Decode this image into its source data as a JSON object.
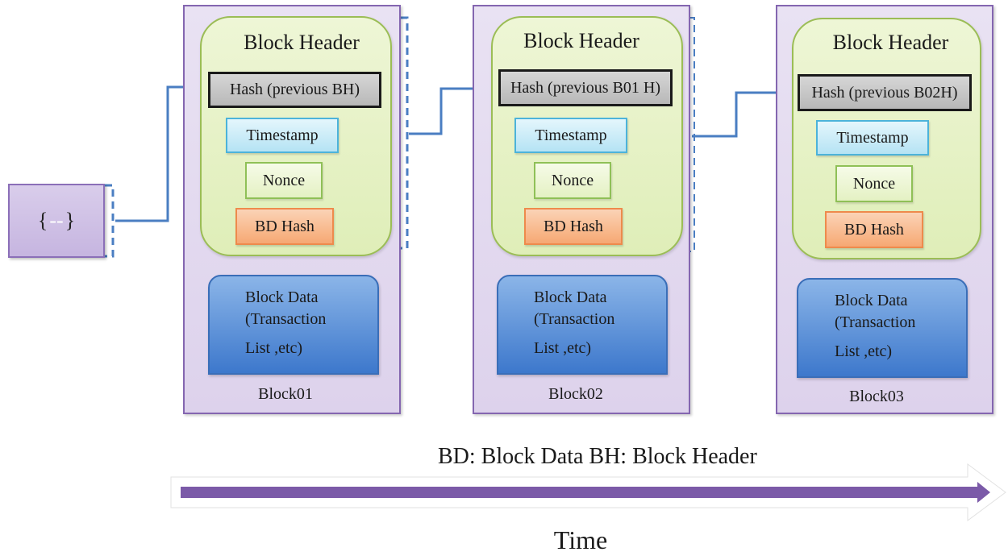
{
  "origin": {
    "brace_open": "{",
    "dashes": "--",
    "brace_close": "}"
  },
  "blocks": [
    {
      "header_title": "Block Header",
      "hash_label": "Hash (previous BH)",
      "timestamp_label": "Timestamp",
      "nonce_label": "Nonce",
      "bd_hash_label": "BD Hash",
      "data_line1": "Block Data",
      "data_line2": "(Transaction",
      "data_line3": "List ,etc)",
      "name": "Block01"
    },
    {
      "header_title": "Block Header",
      "hash_label": "Hash (previous B01 H)",
      "timestamp_label": "Timestamp",
      "nonce_label": "Nonce",
      "bd_hash_label": "BD Hash",
      "data_line1": "Block Data",
      "data_line2": "(Transaction",
      "data_line3": "List ,etc)",
      "name": "Block02"
    },
    {
      "header_title": "Block Header",
      "hash_label": "Hash (previous B02H)",
      "timestamp_label": "Timestamp",
      "nonce_label": "Nonce",
      "bd_hash_label": "BD Hash",
      "data_line1": "Block Data",
      "data_line2": "(Transaction",
      "data_line3": "List ,etc)",
      "name": "Block03"
    }
  ],
  "legend": "BD: Block Data  BH: Block Header",
  "timeline_label": "Time",
  "colors": {
    "connector": "#4a7ec2",
    "timeline_arrow": "#7b5aa8"
  }
}
